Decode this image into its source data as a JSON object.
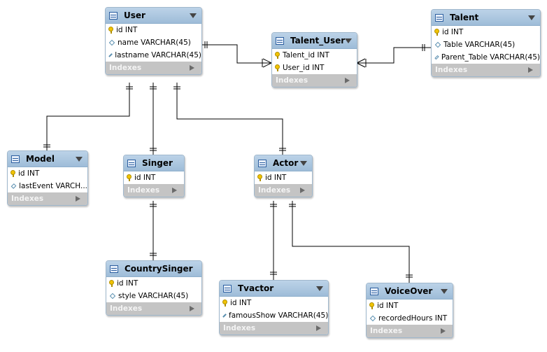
{
  "indexes_label": "Indexes",
  "colors": {
    "header": "#a9c6e0",
    "line": "#000000",
    "key": "#f2c400",
    "indexes_bar": "#c4c4c4"
  },
  "tables": {
    "user": {
      "name": "User",
      "columns": [
        {
          "icon": "key-icon",
          "text": "id INT"
        },
        {
          "icon": "diamond-icon",
          "text": "name VARCHAR(45)"
        },
        {
          "icon": "diamond-icon",
          "text": "lastname VARCHAR(45)"
        }
      ]
    },
    "talent_user": {
      "name": "Talent_User",
      "columns": [
        {
          "icon": "key-icon",
          "text": "Talent_id INT"
        },
        {
          "icon": "key-icon",
          "text": "User_id INT"
        }
      ]
    },
    "talent": {
      "name": "Talent",
      "columns": [
        {
          "icon": "key-icon",
          "text": "id INT"
        },
        {
          "icon": "diamond-icon",
          "text": "Table VARCHAR(45)"
        },
        {
          "icon": "diamond-icon",
          "text": "Parent_Table VARCHAR(45)"
        }
      ]
    },
    "model": {
      "name": "Model",
      "columns": [
        {
          "icon": "key-icon",
          "text": "id INT"
        },
        {
          "icon": "diamond-icon",
          "text": "lastEvent VARCH..."
        }
      ]
    },
    "singer": {
      "name": "Singer",
      "columns": [
        {
          "icon": "key-icon",
          "text": "id INT"
        }
      ]
    },
    "actor": {
      "name": "Actor",
      "columns": [
        {
          "icon": "key-icon",
          "text": "id INT"
        }
      ]
    },
    "countrysinger": {
      "name": "CountrySinger",
      "columns": [
        {
          "icon": "key-icon",
          "text": "id INT"
        },
        {
          "icon": "diamond-icon",
          "text": "style VARCHAR(45)"
        }
      ]
    },
    "tvactor": {
      "name": "Tvactor",
      "columns": [
        {
          "icon": "key-icon",
          "text": "id INT"
        },
        {
          "icon": "diamond-icon",
          "text": "famousShow VARCHAR(45)"
        }
      ]
    },
    "voiceover": {
      "name": "VoiceOver",
      "columns": [
        {
          "icon": "key-icon",
          "text": "id INT"
        },
        {
          "icon": "diamond-icon",
          "text": "recordedHours INT"
        }
      ]
    }
  },
  "relationships": [
    {
      "from": "user",
      "to": "talent_user",
      "from_card": "one",
      "to_card": "many"
    },
    {
      "from": "talent",
      "to": "talent_user",
      "from_card": "one",
      "to_card": "many"
    },
    {
      "from": "user",
      "to": "model",
      "from_card": "one",
      "to_card": "one"
    },
    {
      "from": "user",
      "to": "singer",
      "from_card": "one",
      "to_card": "one"
    },
    {
      "from": "user",
      "to": "actor",
      "from_card": "one",
      "to_card": "one"
    },
    {
      "from": "singer",
      "to": "countrysinger",
      "from_card": "one",
      "to_card": "one"
    },
    {
      "from": "actor",
      "to": "tvactor",
      "from_card": "one",
      "to_card": "one"
    },
    {
      "from": "actor",
      "to": "voiceover",
      "from_card": "one",
      "to_card": "one"
    }
  ]
}
